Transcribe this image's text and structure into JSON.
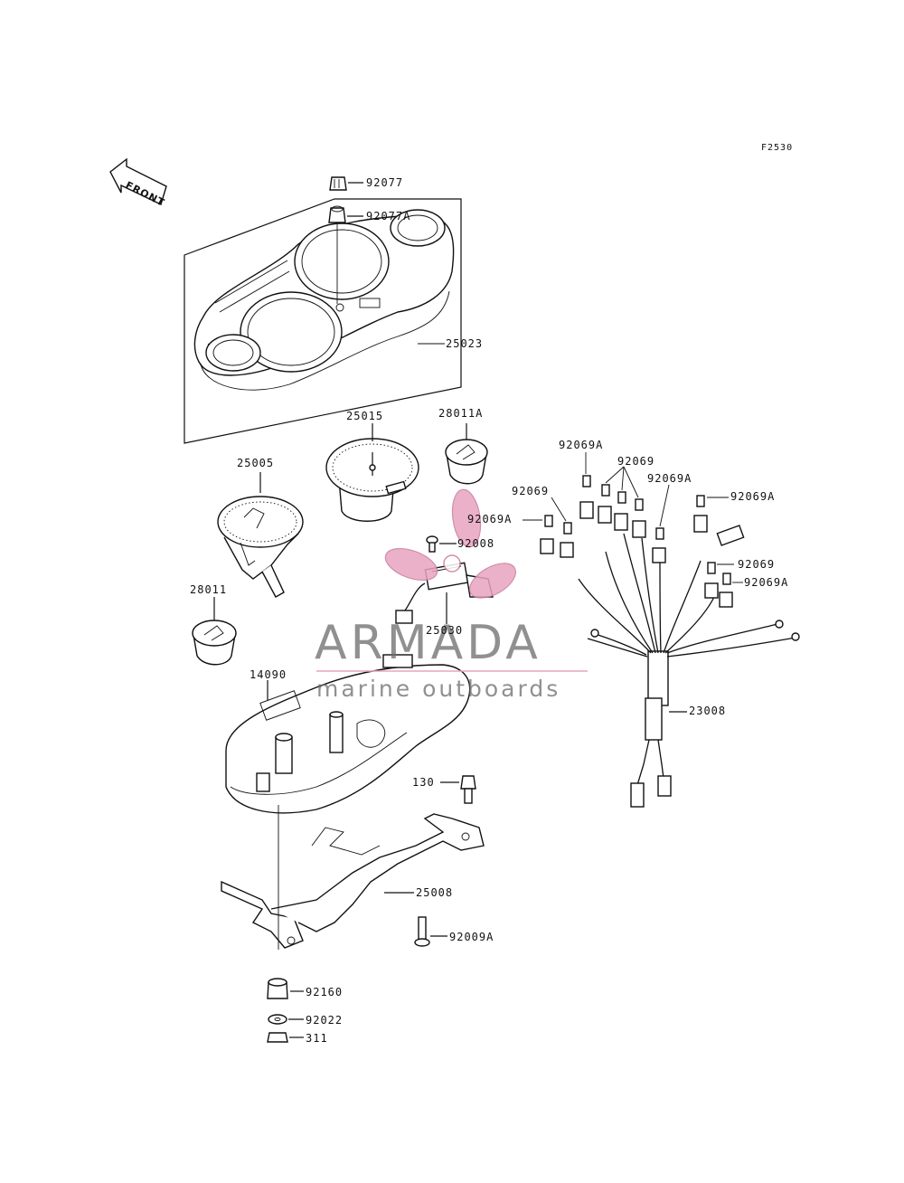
{
  "figure_code": "F2530",
  "front_marker": "FRONT",
  "watermark": {
    "brand": "ARMADA",
    "tagline": "marine outboards",
    "accent_color": "#e8a4c0",
    "text_color": "#6b6b6b"
  },
  "callouts": [
    {
      "id": "c1",
      "part": "92077"
    },
    {
      "id": "c2",
      "part": "92077A"
    },
    {
      "id": "c3",
      "part": "25023"
    },
    {
      "id": "c4",
      "part": "25015"
    },
    {
      "id": "c5",
      "part": "28011A"
    },
    {
      "id": "c6",
      "part": "25005"
    },
    {
      "id": "c7",
      "part": "92069A"
    },
    {
      "id": "c8",
      "part": "92069"
    },
    {
      "id": "c9",
      "part": "92069A"
    },
    {
      "id": "c10",
      "part": "92069"
    },
    {
      "id": "c11",
      "part": "92069A"
    },
    {
      "id": "c12",
      "part": "92069A"
    },
    {
      "id": "c13",
      "part": "92008"
    },
    {
      "id": "c14",
      "part": "92069"
    },
    {
      "id": "c15",
      "part": "92069A"
    },
    {
      "id": "c16",
      "part": "28011"
    },
    {
      "id": "c17",
      "part": "25030"
    },
    {
      "id": "c18",
      "part": "14090"
    },
    {
      "id": "c19",
      "part": "23008"
    },
    {
      "id": "c20",
      "part": "130"
    },
    {
      "id": "c21",
      "part": "25008"
    },
    {
      "id": "c22",
      "part": "92009A"
    },
    {
      "id": "c23",
      "part": "92160"
    },
    {
      "id": "c24",
      "part": "92022"
    },
    {
      "id": "c25",
      "part": "311"
    }
  ]
}
